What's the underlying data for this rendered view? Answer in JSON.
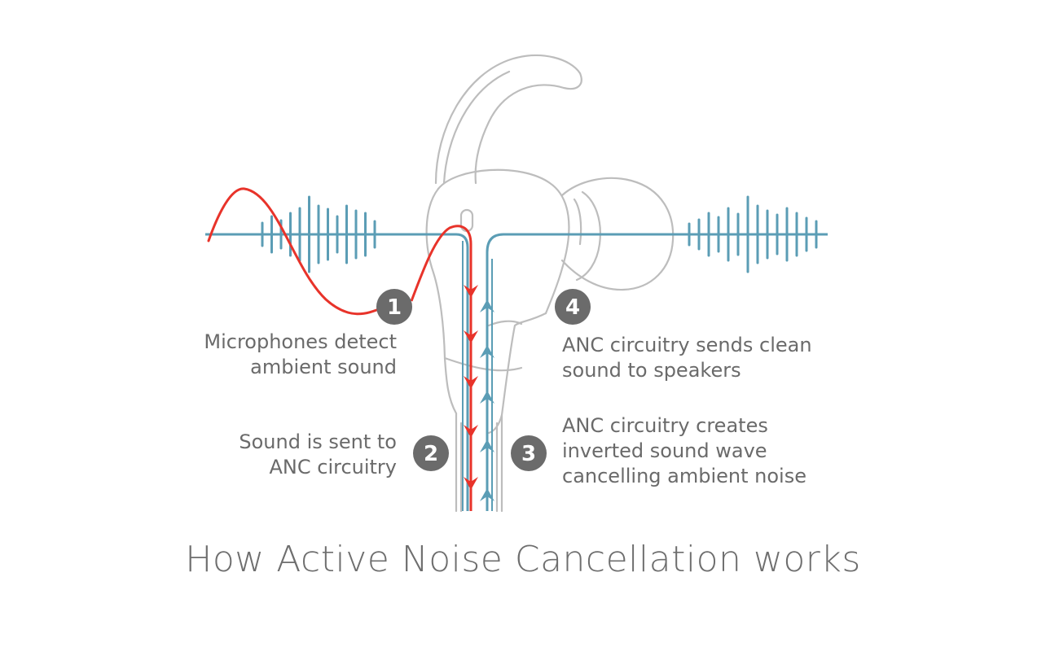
{
  "title": "How Active Noise Cancellation works",
  "steps": [
    {
      "number": "1",
      "lines": [
        "Microphones detect",
        "ambient sound"
      ]
    },
    {
      "number": "2",
      "lines": [
        "Sound is sent to",
        "ANC circuitry"
      ]
    },
    {
      "number": "3",
      "lines": [
        "ANC circuitry creates",
        "inverted sound wave",
        "cancelling ambient noise"
      ]
    },
    {
      "number": "4",
      "lines": [
        "ANC circuitry sends clean",
        "sound to speakers"
      ]
    }
  ],
  "colors": {
    "ambient_wave": "#e8332a",
    "signal_blue": "#5b9db5",
    "outline_gray": "#b9b9b9",
    "badge": "#6b6b6b",
    "text": "#6a6a6a"
  },
  "icons": {
    "earbud": "earbud-outline-icon",
    "arrow_down": "arrow-down-icon",
    "arrow_up": "arrow-up-icon"
  }
}
